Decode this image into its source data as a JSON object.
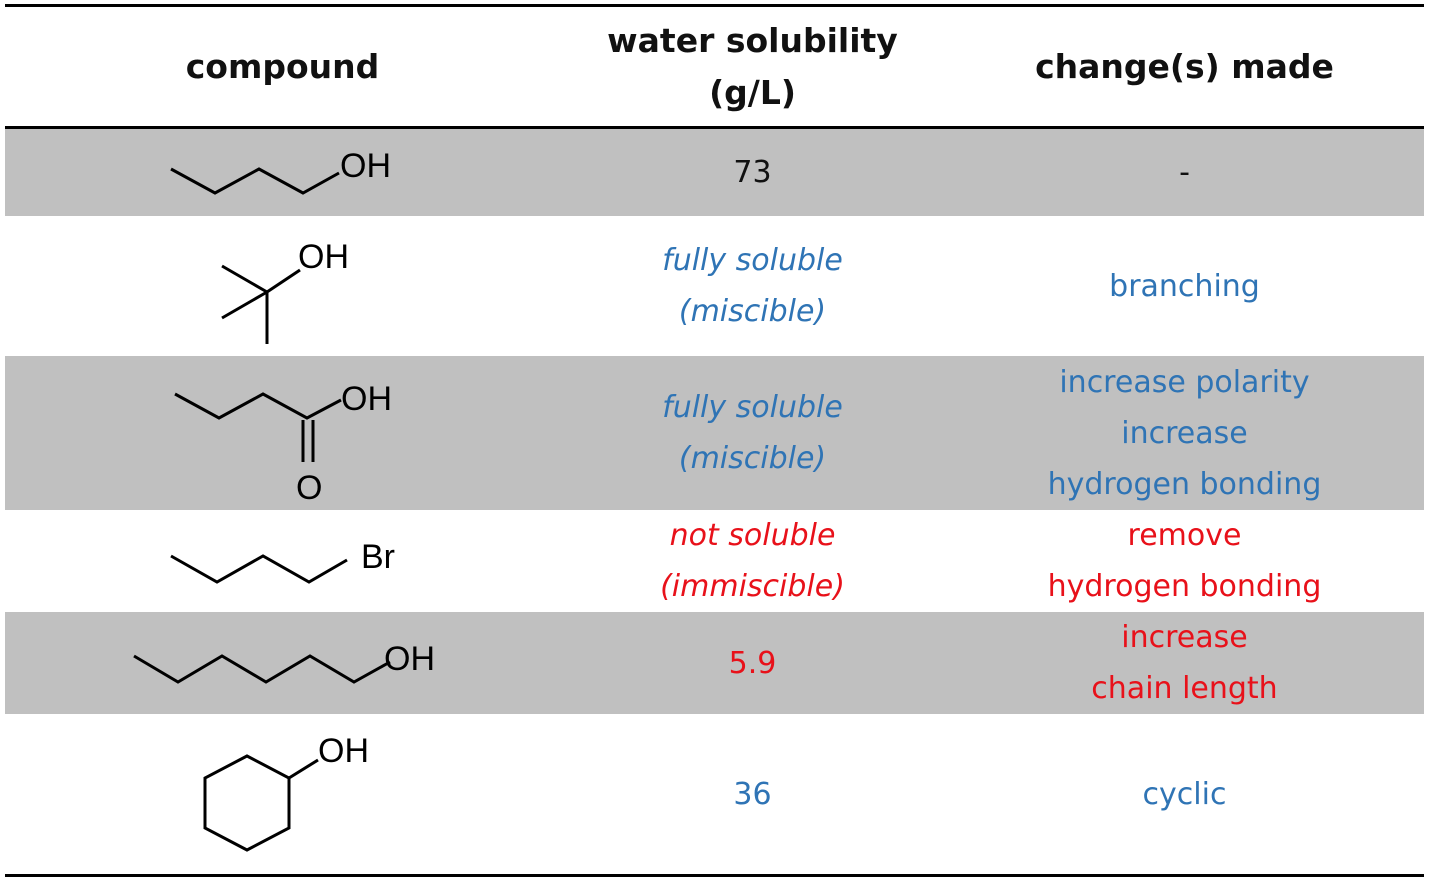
{
  "headers": {
    "compound": "compound",
    "solubility_line1": "water solubility",
    "solubility_line2": "(g/L)",
    "changes": "change(s) made"
  },
  "colors": {
    "blue": "#2f74b5",
    "red": "#e8111a",
    "shade": "#c0c0c0"
  },
  "rows": [
    {
      "compound": {
        "structure": "butanol",
        "label": "OH"
      },
      "solubility": [
        "73"
      ],
      "changes": [
        "-"
      ]
    },
    {
      "compound": {
        "structure": "tert-butanol",
        "label": "OH"
      },
      "solubility": [
        "fully soluble",
        "(miscible)"
      ],
      "changes": [
        "branching"
      ]
    },
    {
      "compound": {
        "structure": "butanoic-acid",
        "label": "OH",
        "label2": "O"
      },
      "solubility": [
        "fully soluble",
        "(miscible)"
      ],
      "changes": [
        "increase polarity",
        "increase",
        "hydrogen bonding"
      ]
    },
    {
      "compound": {
        "structure": "bromobutane",
        "label": "Br"
      },
      "solubility": [
        "not soluble",
        "(immiscible)"
      ],
      "changes": [
        "remove",
        "hydrogen bonding"
      ]
    },
    {
      "compound": {
        "structure": "hexanol",
        "label": "OH"
      },
      "solubility": [
        "5.9"
      ],
      "changes": [
        "increase",
        "chain length"
      ]
    },
    {
      "compound": {
        "structure": "cyclohexanol",
        "label": "OH"
      },
      "solubility": [
        "36"
      ],
      "changes": [
        "cyclic"
      ]
    }
  ]
}
